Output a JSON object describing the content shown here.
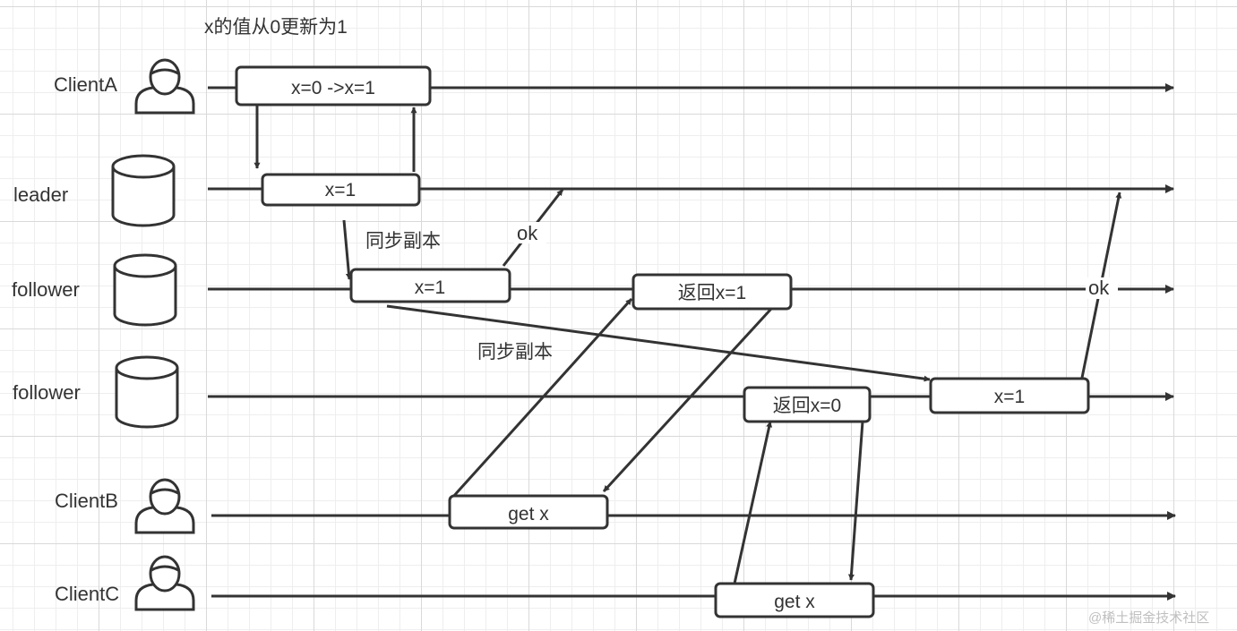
{
  "title": "x的值从0更新为1",
  "lanes": [
    {
      "label": "ClientA",
      "icon": "user-icon"
    },
    {
      "label": "leader",
      "icon": "database-icon"
    },
    {
      "label": "follower",
      "icon": "database-icon"
    },
    {
      "label": "follower",
      "icon": "database-icon"
    },
    {
      "label": "ClientB",
      "icon": "user-icon"
    },
    {
      "label": "ClientC",
      "icon": "user-icon"
    }
  ],
  "boxes": {
    "clientA_update": "x=0 ->x=1",
    "leader_write": "x=1",
    "follower1_write": "x=1",
    "follower1_return": "返回x=1",
    "follower2_return": "返回x=0",
    "follower2_write": "x=1",
    "clientB_get": "get x",
    "clientC_get": "get x"
  },
  "annotations": {
    "sync_replica_1": "同步副本",
    "sync_replica_2": "同步副本",
    "ok_follower1": "ok",
    "ok_follower2": "ok"
  },
  "watermark": "@稀土掘金技术社区",
  "colors": {
    "stroke": "#333333",
    "grid_major": "#d9d9d9",
    "grid_minor": "#eeeeee",
    "watermark": "#bfbfbf"
  }
}
